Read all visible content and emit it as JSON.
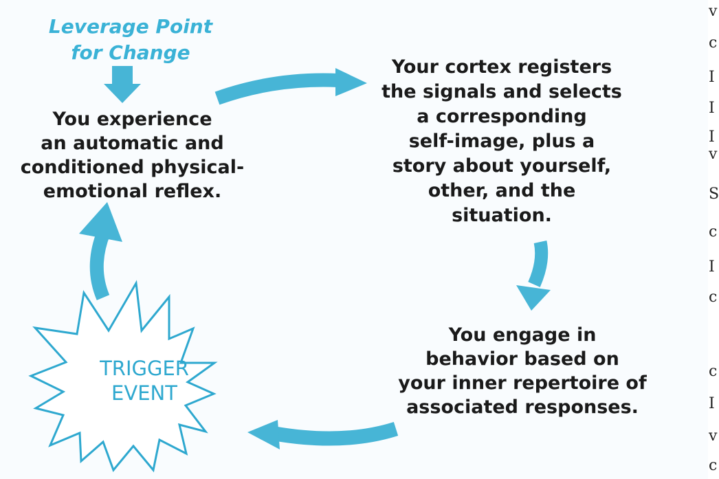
{
  "diagram": {
    "leverage_label": "Leverage Point\nfor Change",
    "experience_text": "You experience\nan automatic and\nconditioned physical-\nemotional reflex.",
    "cortex_text": "Your cortex registers\nthe signals and selects\na corresponding\nself-image, plus a\nstory about yourself,\nother, and the\nsituation.",
    "behavior_text": "You engage in\nbehavior based on\nyour inner repertoire of\nassociated responses.",
    "trigger_label": "TRIGGER\nEVENT",
    "colors": {
      "arrow": "#47b5d6",
      "accent_text": "#3ab2d6",
      "body_text": "#1a1a1a",
      "star_stroke": "#2ea8cf",
      "background": "#f9fcfe"
    }
  },
  "edge_fragments": [
    "v",
    "c",
    "I",
    "I",
    "I",
    "v",
    "S",
    "c",
    "I",
    "c",
    "c",
    "I",
    "v",
    "c"
  ]
}
